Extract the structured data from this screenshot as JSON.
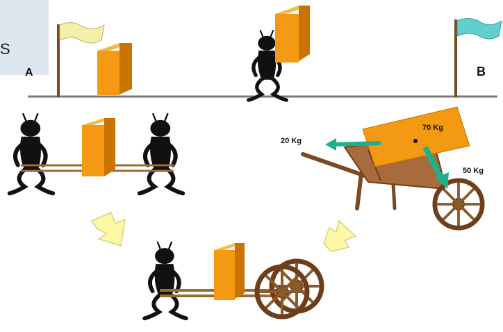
{
  "corner": {
    "text": "S"
  },
  "points": {
    "a": "A",
    "b": "B"
  },
  "wheelbarrow": {
    "force_left": "20 Kg",
    "force_center": "70 Kg",
    "force_right": "50 Kg"
  },
  "colors": {
    "box": "#f49a12",
    "figure": "#111111",
    "wood": "#8b5a2b",
    "flag_a": "#f4f0a8",
    "flag_b": "#5fd0cf",
    "process_arrow": "#fdf8a8",
    "force_arrow": "#1fb08a"
  }
}
